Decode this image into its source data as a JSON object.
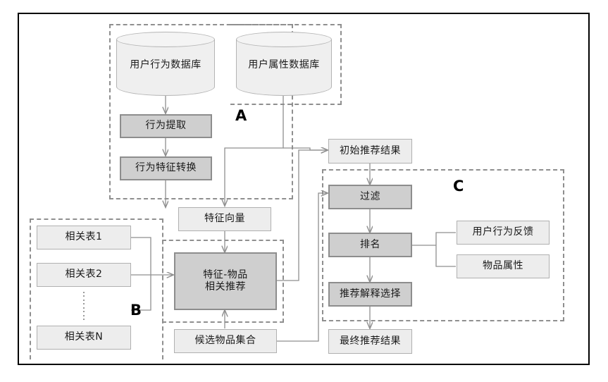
{
  "diagram": {
    "title": "Recommendation system architecture flowchart",
    "colors": {
      "light_fill": "#ededed",
      "dark_fill": "#cfcfcf",
      "light_border": "#b0b0b0",
      "dark_border": "#8d8d8d",
      "group_border": "#8f8f8f",
      "connector": "#8f8f8f",
      "frame_border": "#000000",
      "text": "#1a1a1a"
    },
    "groups": [
      {
        "id": "A",
        "label": "A"
      },
      {
        "id": "B",
        "label": "B"
      },
      {
        "id": "C",
        "label": "C"
      },
      {
        "id": "core",
        "label": ""
      }
    ],
    "databases": [
      {
        "id": "user-behavior-db",
        "label": "用户行为数据库"
      },
      {
        "id": "user-attribute-db",
        "label": "用户属性数据库"
      }
    ],
    "nodes": [
      {
        "id": "behavior-extraction",
        "label": "行为提取",
        "style": "dark"
      },
      {
        "id": "behavior-feature-convert",
        "label": "行为特征转换",
        "style": "dark"
      },
      {
        "id": "feature-vector",
        "label": "特征向量",
        "style": "light"
      },
      {
        "id": "correlation-table-1",
        "label": "相关表1",
        "style": "light"
      },
      {
        "id": "correlation-table-2",
        "label": "相关表2",
        "style": "light"
      },
      {
        "id": "correlation-table-n",
        "label": "相关表N",
        "style": "light"
      },
      {
        "id": "feature-item-recommend",
        "label": "特征-物品\n相关推荐",
        "style": "dark",
        "line1": "特征-物品",
        "line2": "相关推荐"
      },
      {
        "id": "candidate-item-set",
        "label": "候选物品集合",
        "style": "light"
      },
      {
        "id": "initial-recommend-result",
        "label": "初始推荐结果",
        "style": "light"
      },
      {
        "id": "filter",
        "label": "过滤",
        "style": "dark"
      },
      {
        "id": "ranking",
        "label": "排名",
        "style": "dark"
      },
      {
        "id": "recommend-explain-select",
        "label": "推荐解释选择",
        "style": "dark"
      },
      {
        "id": "final-recommend-result",
        "label": "最终推荐结果",
        "style": "light"
      },
      {
        "id": "user-behavior-feedback",
        "label": "用户行为反馈",
        "style": "light"
      },
      {
        "id": "item-attribute",
        "label": "物品属性",
        "style": "light"
      }
    ]
  }
}
